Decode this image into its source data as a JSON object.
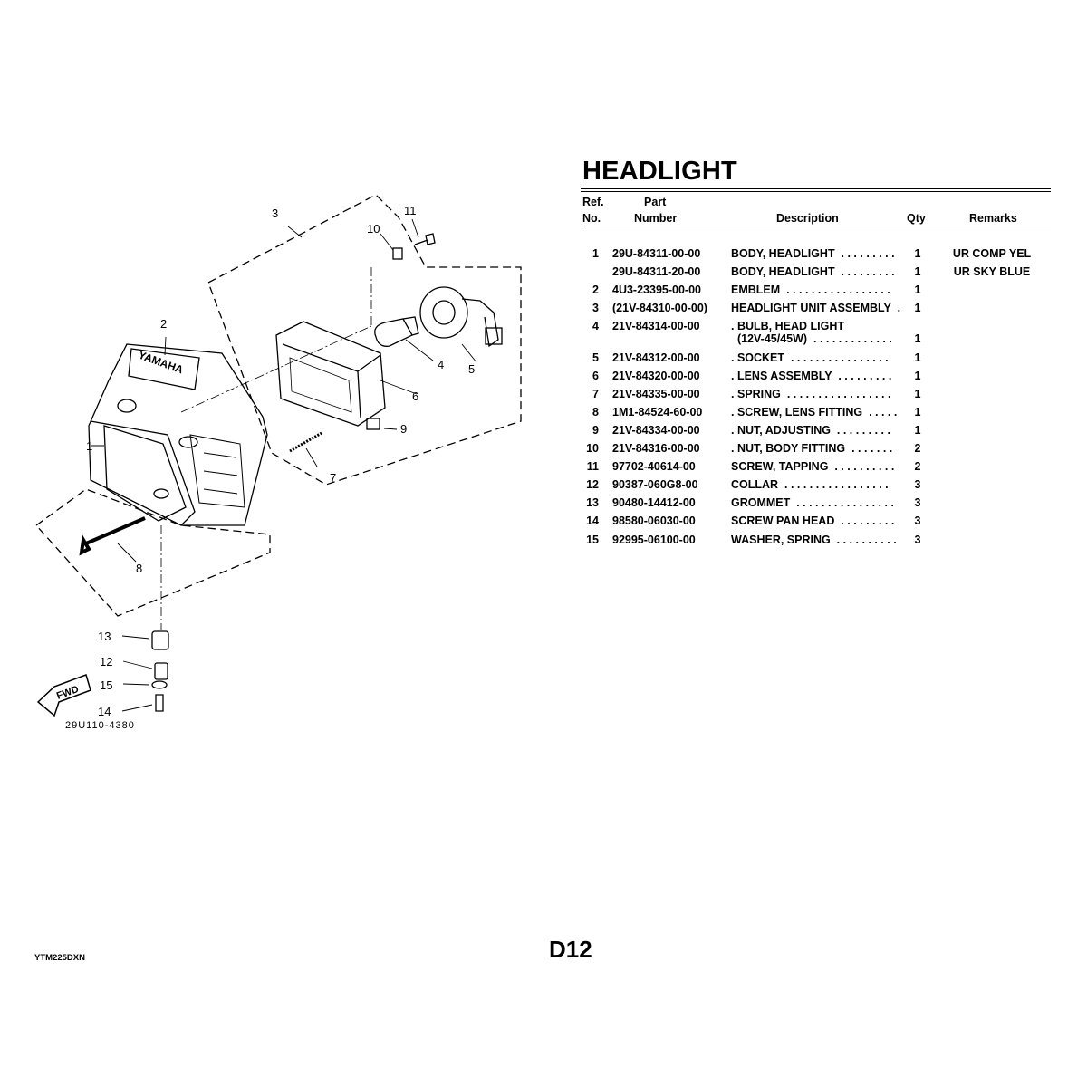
{
  "title": "HEADLIGHT",
  "columns": {
    "ref_line1": "Ref.",
    "ref_line2": "No.",
    "part_line1": "Part",
    "part_line2": "Number",
    "description": "Description",
    "qty": "Qty",
    "remarks": "Remarks"
  },
  "rows": [
    {
      "ref": "1",
      "part": "29U-84311-00-00",
      "desc": "BODY, HEADLIGHT  . . . . . . . . .",
      "qty": "1",
      "remarks": "UR COMP YEL"
    },
    {
      "ref": "",
      "part": "29U-84311-20-00",
      "desc": "BODY, HEADLIGHT  . . . . . . . . .",
      "qty": "1",
      "remarks": "UR SKY BLUE"
    },
    {
      "ref": "2",
      "part": "4U3-23395-00-00",
      "desc": "EMBLEM  . . . . . . . . . . . . . . . . .",
      "qty": "1",
      "remarks": ""
    },
    {
      "ref": "3",
      "part": "(21V-84310-00-00)",
      "desc": "HEADLIGHT UNIT ASSEMBLY  .",
      "qty": "1",
      "remarks": ""
    },
    {
      "ref": "4",
      "part": "21V-84314-00-00",
      "desc": ". BULB, HEAD LIGHT",
      "desc2": "  (12V-45/45W)  . . . . . . . . . . . . .",
      "qty": "1",
      "remarks": ""
    },
    {
      "ref": "5",
      "part": "21V-84312-00-00",
      "desc": ". SOCKET  . . . . . . . . . . . . . . . .",
      "qty": "1",
      "remarks": ""
    },
    {
      "ref": "6",
      "part": "21V-84320-00-00",
      "desc": ". LENS ASSEMBLY  . . . . . . . . .",
      "qty": "1",
      "remarks": ""
    },
    {
      "ref": "7",
      "part": "21V-84335-00-00",
      "desc": ". SPRING  . . . . . . . . . . . . . . . . .",
      "qty": "1",
      "remarks": ""
    },
    {
      "ref": "8",
      "part": "1M1-84524-60-00",
      "desc": ". SCREW, LENS FITTING  . . . . .",
      "qty": "1",
      "remarks": ""
    },
    {
      "ref": "9",
      "part": "21V-84334-00-00",
      "desc": ". NUT, ADJUSTING  . . . . . . . . .",
      "qty": "1",
      "remarks": ""
    },
    {
      "ref": "10",
      "part": "21V-84316-00-00",
      "desc": ". NUT, BODY FITTING  . . . . . . .",
      "qty": "2",
      "remarks": ""
    },
    {
      "ref": "11",
      "part": "97702-40614-00",
      "desc": "SCREW, TAPPING  . . . . . . . . . .",
      "qty": "2",
      "remarks": ""
    },
    {
      "ref": "12",
      "part": "90387-060G8-00",
      "desc": "COLLAR  . . . . . . . . . . . . . . . . .",
      "qty": "3",
      "remarks": ""
    },
    {
      "ref": "13",
      "part": "90480-14412-00",
      "desc": "GROMMET  . . . . . . . . . . . . . . . .",
      "qty": "3",
      "remarks": ""
    },
    {
      "ref": "14",
      "part": "98580-06030-00",
      "desc": "SCREW PAN HEAD  . . . . . . . . .",
      "qty": "3",
      "remarks": ""
    },
    {
      "ref": "15",
      "part": "92995-06100-00",
      "desc": "WASHER, SPRING  . . . . . . . . . .",
      "qty": "3",
      "remarks": ""
    }
  ],
  "diagram": {
    "callouts": [
      "1",
      "2",
      "3",
      "4",
      "5",
      "6",
      "7",
      "8",
      "9",
      "10",
      "11",
      "12",
      "13",
      "14",
      "15"
    ],
    "emblem_text": "YAMAHA",
    "fwd_label": "FWD",
    "drawing_code": "29U110-4380"
  },
  "footer": {
    "model_code": "YTM225DXN",
    "page_number": "D12"
  }
}
